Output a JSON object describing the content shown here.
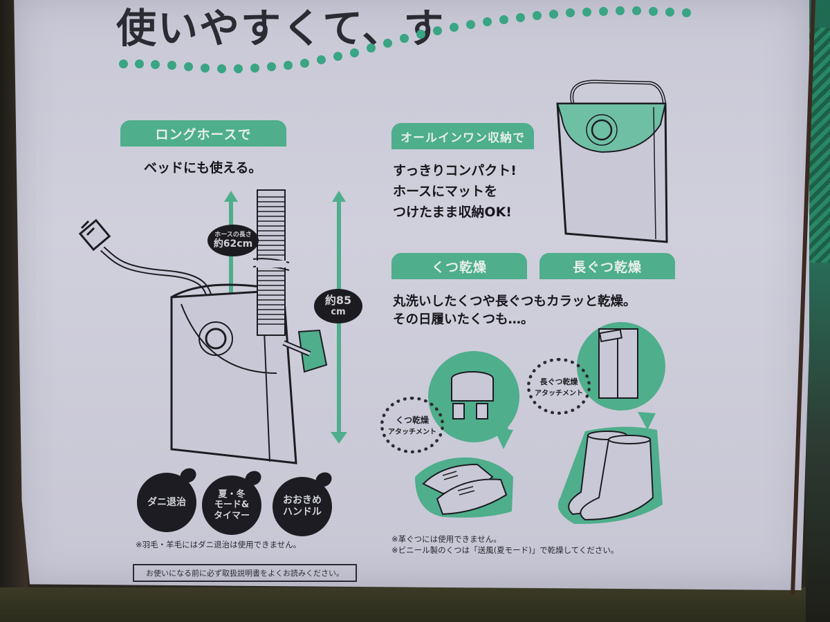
{
  "headline": {
    "title": "使いやすくて、す",
    "accent_color": "#3aa583"
  },
  "long_hose_section": {
    "tag_label": "ロングホースで",
    "caption": "ベッドにも使える。",
    "hose_length_label": "ホースの長さ",
    "hose_length_value": "約62cm",
    "total_height_value": "約85",
    "total_height_unit": "cm"
  },
  "all_in_one_section": {
    "tag_label": "オールインワン収納で",
    "lines": [
      "すっきりコンパクト!",
      "ホースにマットを",
      "つけたまま収納OK!"
    ]
  },
  "shoe_drying_section": {
    "tags": [
      "くつ乾燥",
      "長ぐつ乾燥"
    ],
    "lines": [
      "丸洗いしたくつや長ぐつもカラッと乾燥。",
      "その日履いたくつも…。"
    ],
    "shoe_attachment": {
      "line1": "くつ乾燥",
      "line2": "アタッチメント"
    },
    "boot_attachment": {
      "line1": "長ぐつ乾燥",
      "line2": "アタッチメント"
    }
  },
  "features": [
    {
      "lines": [
        "ダニ退治"
      ]
    },
    {
      "lines": [
        "夏・冬",
        "モード&",
        "タイマー"
      ]
    },
    {
      "lines": [
        "おおきめ",
        "ハンドル"
      ]
    }
  ],
  "notes": {
    "left": "※羽毛・羊毛にはダニ退治は使用できません。",
    "notice": "お使いになる前に必ず取扱説明書をよくお読みください。",
    "right": [
      "※革ぐつには使用できません。",
      "※ビニール製のくつは「送風(夏モード)」で乾燥してください。"
    ]
  },
  "colors": {
    "box_surface": "#cccbd9",
    "green": "#4fae8b",
    "ink": "#1c1c22"
  }
}
